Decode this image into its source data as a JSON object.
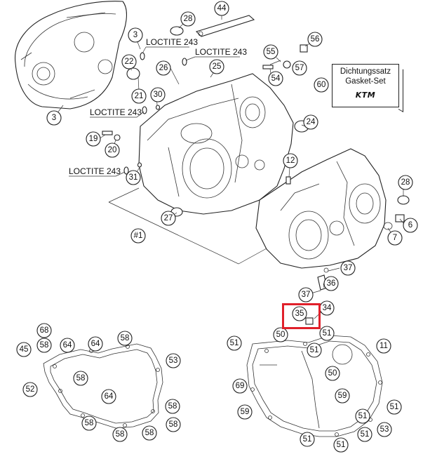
{
  "gasket_set": {
    "line1": "Dichtungssatz",
    "line2": "Gasket-Set",
    "brand": "KTM"
  },
  "loctite": [
    "LOCTITE 243",
    "LOCTITE 243",
    "LOCTITE 243",
    "LOCTITE 243"
  ],
  "callouts": {
    "c44": "44",
    "c28a": "28",
    "c3a": "3",
    "c22": "22",
    "c21": "21",
    "c30": "30",
    "c26": "26",
    "c25": "25",
    "c55": "55",
    "c56": "56",
    "c57": "57",
    "c54": "54",
    "c60": "60",
    "c3b": "3",
    "c24": "24",
    "c19": "19",
    "c20": "20",
    "c12": "12",
    "c31": "31",
    "c28b": "28",
    "c27": "27",
    "c6": "6",
    "c7": "7",
    "c1": "#1",
    "c37a": "37",
    "c36": "36",
    "c37b": "37",
    "c35": "35",
    "c34": "34",
    "c68": "68",
    "c45": "45",
    "c58a": "58",
    "c64a": "64",
    "c64b": "64",
    "c58b": "58",
    "c53a": "53",
    "c58c": "58",
    "c52": "52",
    "c64c": "64",
    "c58d": "58",
    "c58e": "58",
    "c58f": "58",
    "c58g": "58",
    "c50a": "50",
    "c51a": "51",
    "c51b": "51",
    "c51c": "51",
    "c11": "11",
    "c50b": "50",
    "c69": "69",
    "c59a": "59",
    "c51d": "51",
    "c59b": "59",
    "c51e": "51",
    "c51f": "51",
    "c51g": "51",
    "c51h": "51",
    "c53b": "53"
  }
}
